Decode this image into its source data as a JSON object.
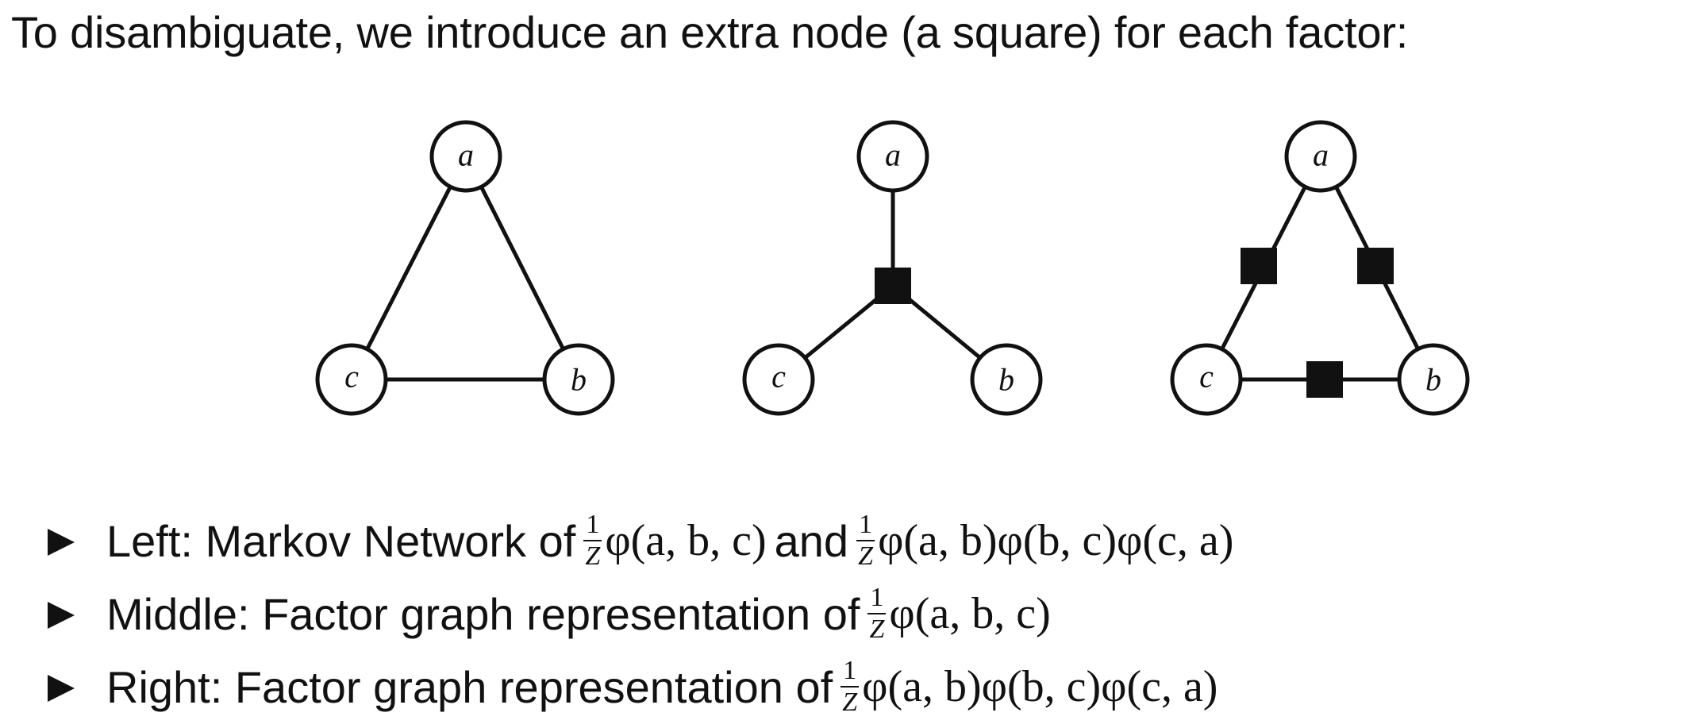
{
  "intro_text": "To disambiguate, we introduce an extra node (a square) for each factor:",
  "diagrams": {
    "left": {
      "nodes": [
        "a",
        "b",
        "c"
      ]
    },
    "middle": {
      "nodes": [
        "a",
        "b",
        "c"
      ]
    },
    "right": {
      "nodes": [
        "a",
        "b",
        "c"
      ]
    }
  },
  "bullets": [
    {
      "prefix": "Left: Markov Network of",
      "frac": {
        "num": "1",
        "den": "Z"
      },
      "expr1": "φ(a, b, c)",
      "conj": "and",
      "frac2": {
        "num": "1",
        "den": "Z"
      },
      "expr2": "φ(a, b)φ(b, c)φ(c, a)"
    },
    {
      "prefix": "Middle: Factor graph representation of",
      "frac": {
        "num": "1",
        "den": "Z"
      },
      "expr1": "φ(a, b, c)"
    },
    {
      "prefix": "Right: Factor graph representation of",
      "frac": {
        "num": "1",
        "den": "Z"
      },
      "expr1": "φ(a, b)φ(b, c)φ(c, a)"
    }
  ]
}
